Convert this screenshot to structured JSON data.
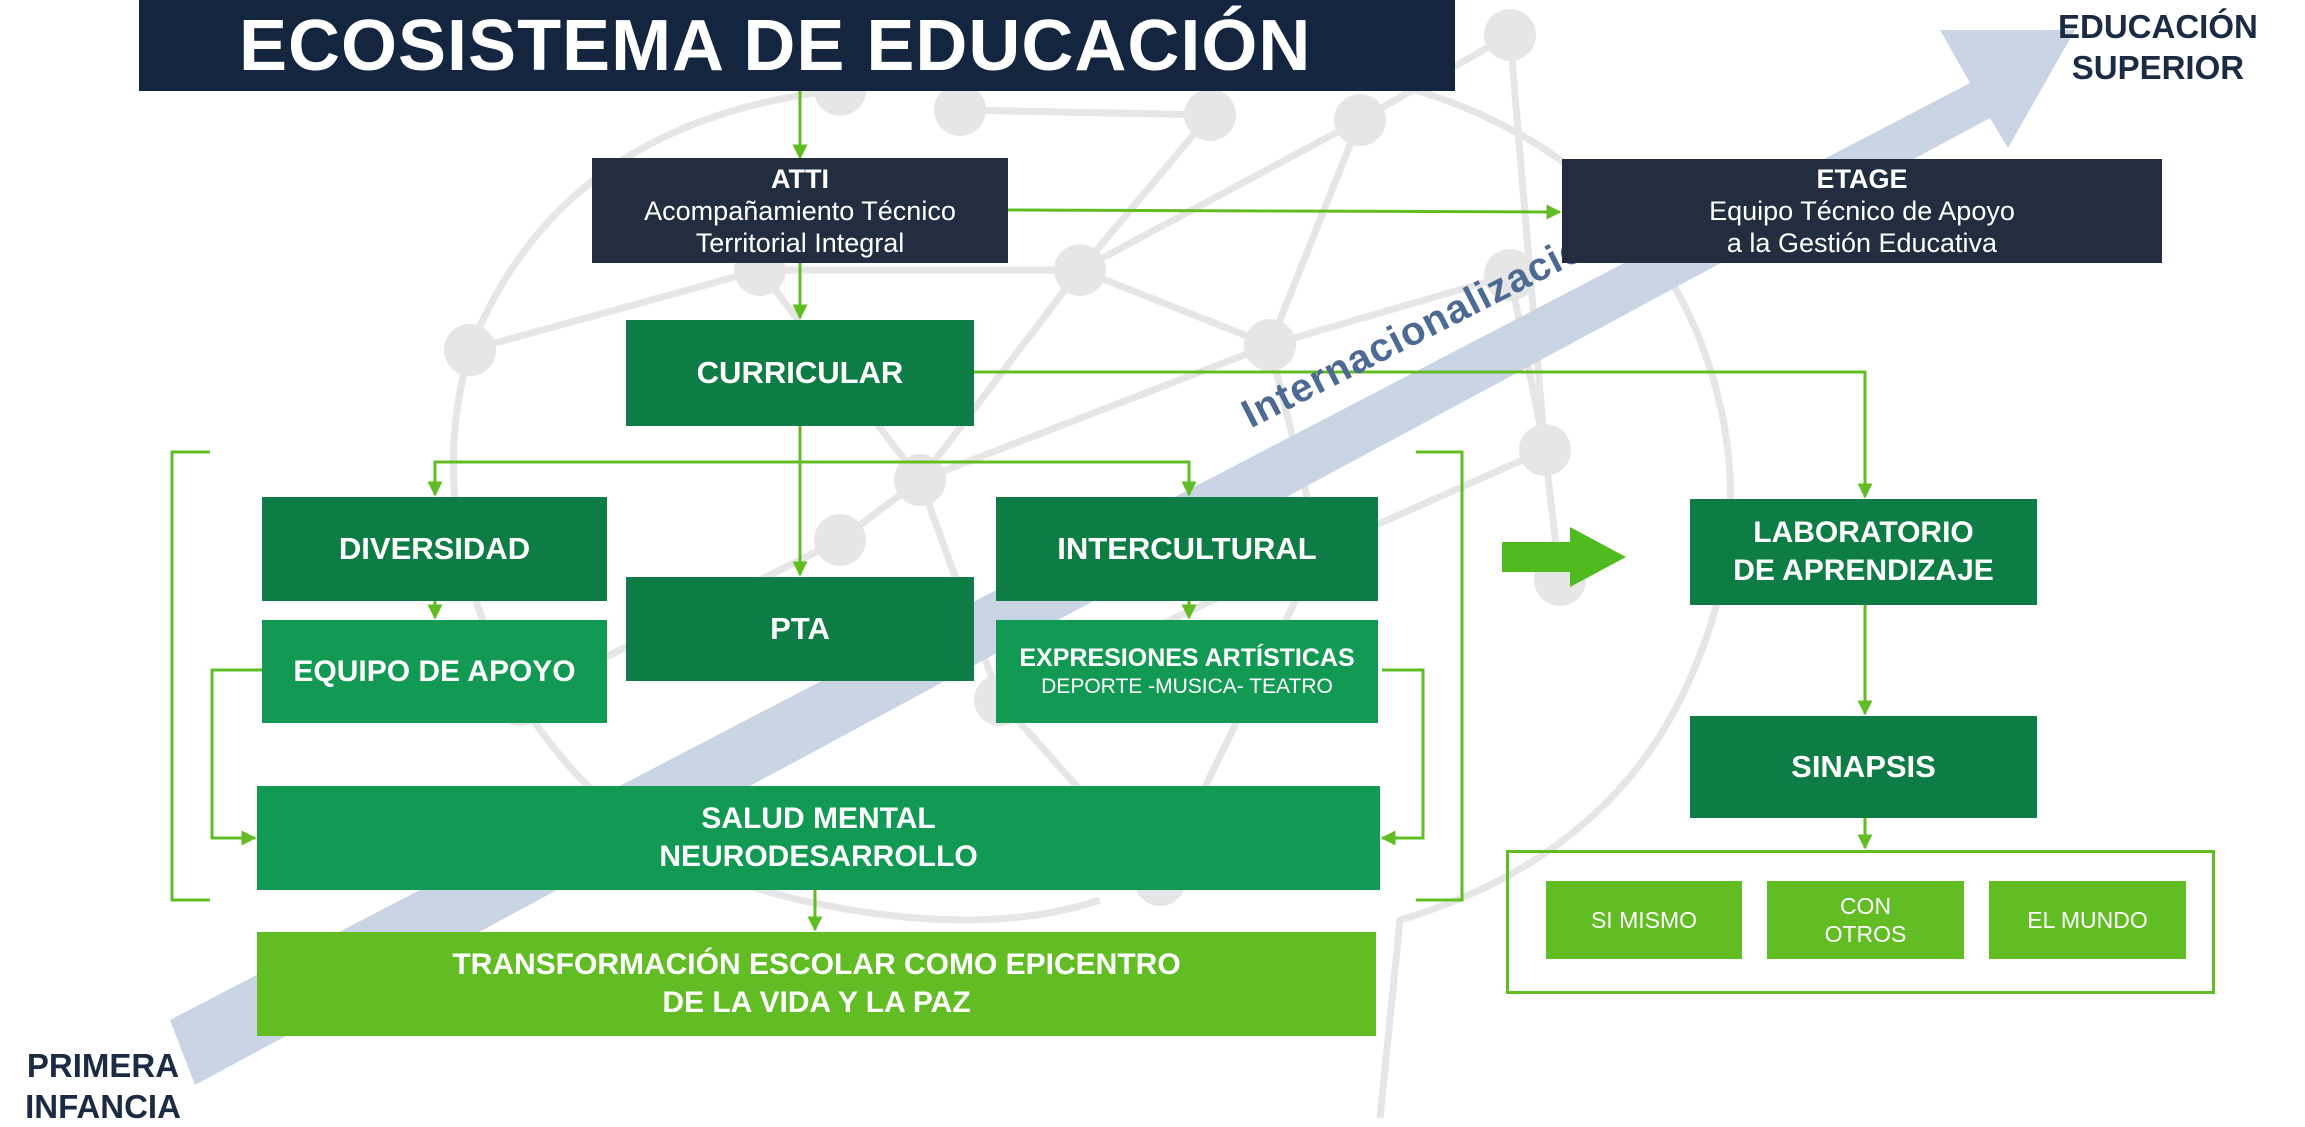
{
  "title": "ECOSISTEMA DE EDUCACIÓN",
  "corner_top_right": [
    "EDUCACIÓN",
    "SUPERIOR"
  ],
  "corner_bottom_left": [
    "PRIMERA",
    "INFANCIA"
  ],
  "diagonal_arrow_label": "Internacionalización",
  "nodes": {
    "atti": {
      "title": "ATTI",
      "lines": [
        "Acompañamiento Técnico",
        "Territorial Integral"
      ]
    },
    "etage": {
      "title": "ETAGE",
      "lines": [
        "Equipo Técnico de Apoyo",
        "a la Gestión Educativa"
      ]
    },
    "curricular": "CURRICULAR",
    "diversidad": "DIVERSIDAD",
    "pta": "PTA",
    "intercultural": "INTERCULTURAL",
    "equipo_apoyo": "EQUIPO DE APOYO",
    "expresiones": {
      "title": "EXPRESIONES ARTÍSTICAS",
      "subtitle": "DEPORTE -MUSICA- TEATRO"
    },
    "salud_mental": [
      "SALUD MENTAL",
      "NEURODESARROLLO"
    ],
    "transformacion": [
      "TRANSFORMACIÓN ESCOLAR COMO EPICENTRO",
      "DE LA VIDA Y LA PAZ"
    ],
    "laboratorio": [
      "LABORATORIO",
      "DE APRENDIZAJE"
    ],
    "sinapsis": "SINAPSIS",
    "outcomes": [
      "SI MISMO",
      "CON",
      "OTROS",
      "EL MUNDO"
    ]
  },
  "colors": {
    "title_bar": "#13253f",
    "navy_box": "#222e40",
    "dark_green": "#0e7c45",
    "mid_green": "#129a55",
    "lime_green": "#62bd24",
    "connector": "#62bd24",
    "diagonal_arrow": "#c9d5e4",
    "corner_text": "#1b2b44",
    "diagonal_text": "#4d6a93"
  }
}
